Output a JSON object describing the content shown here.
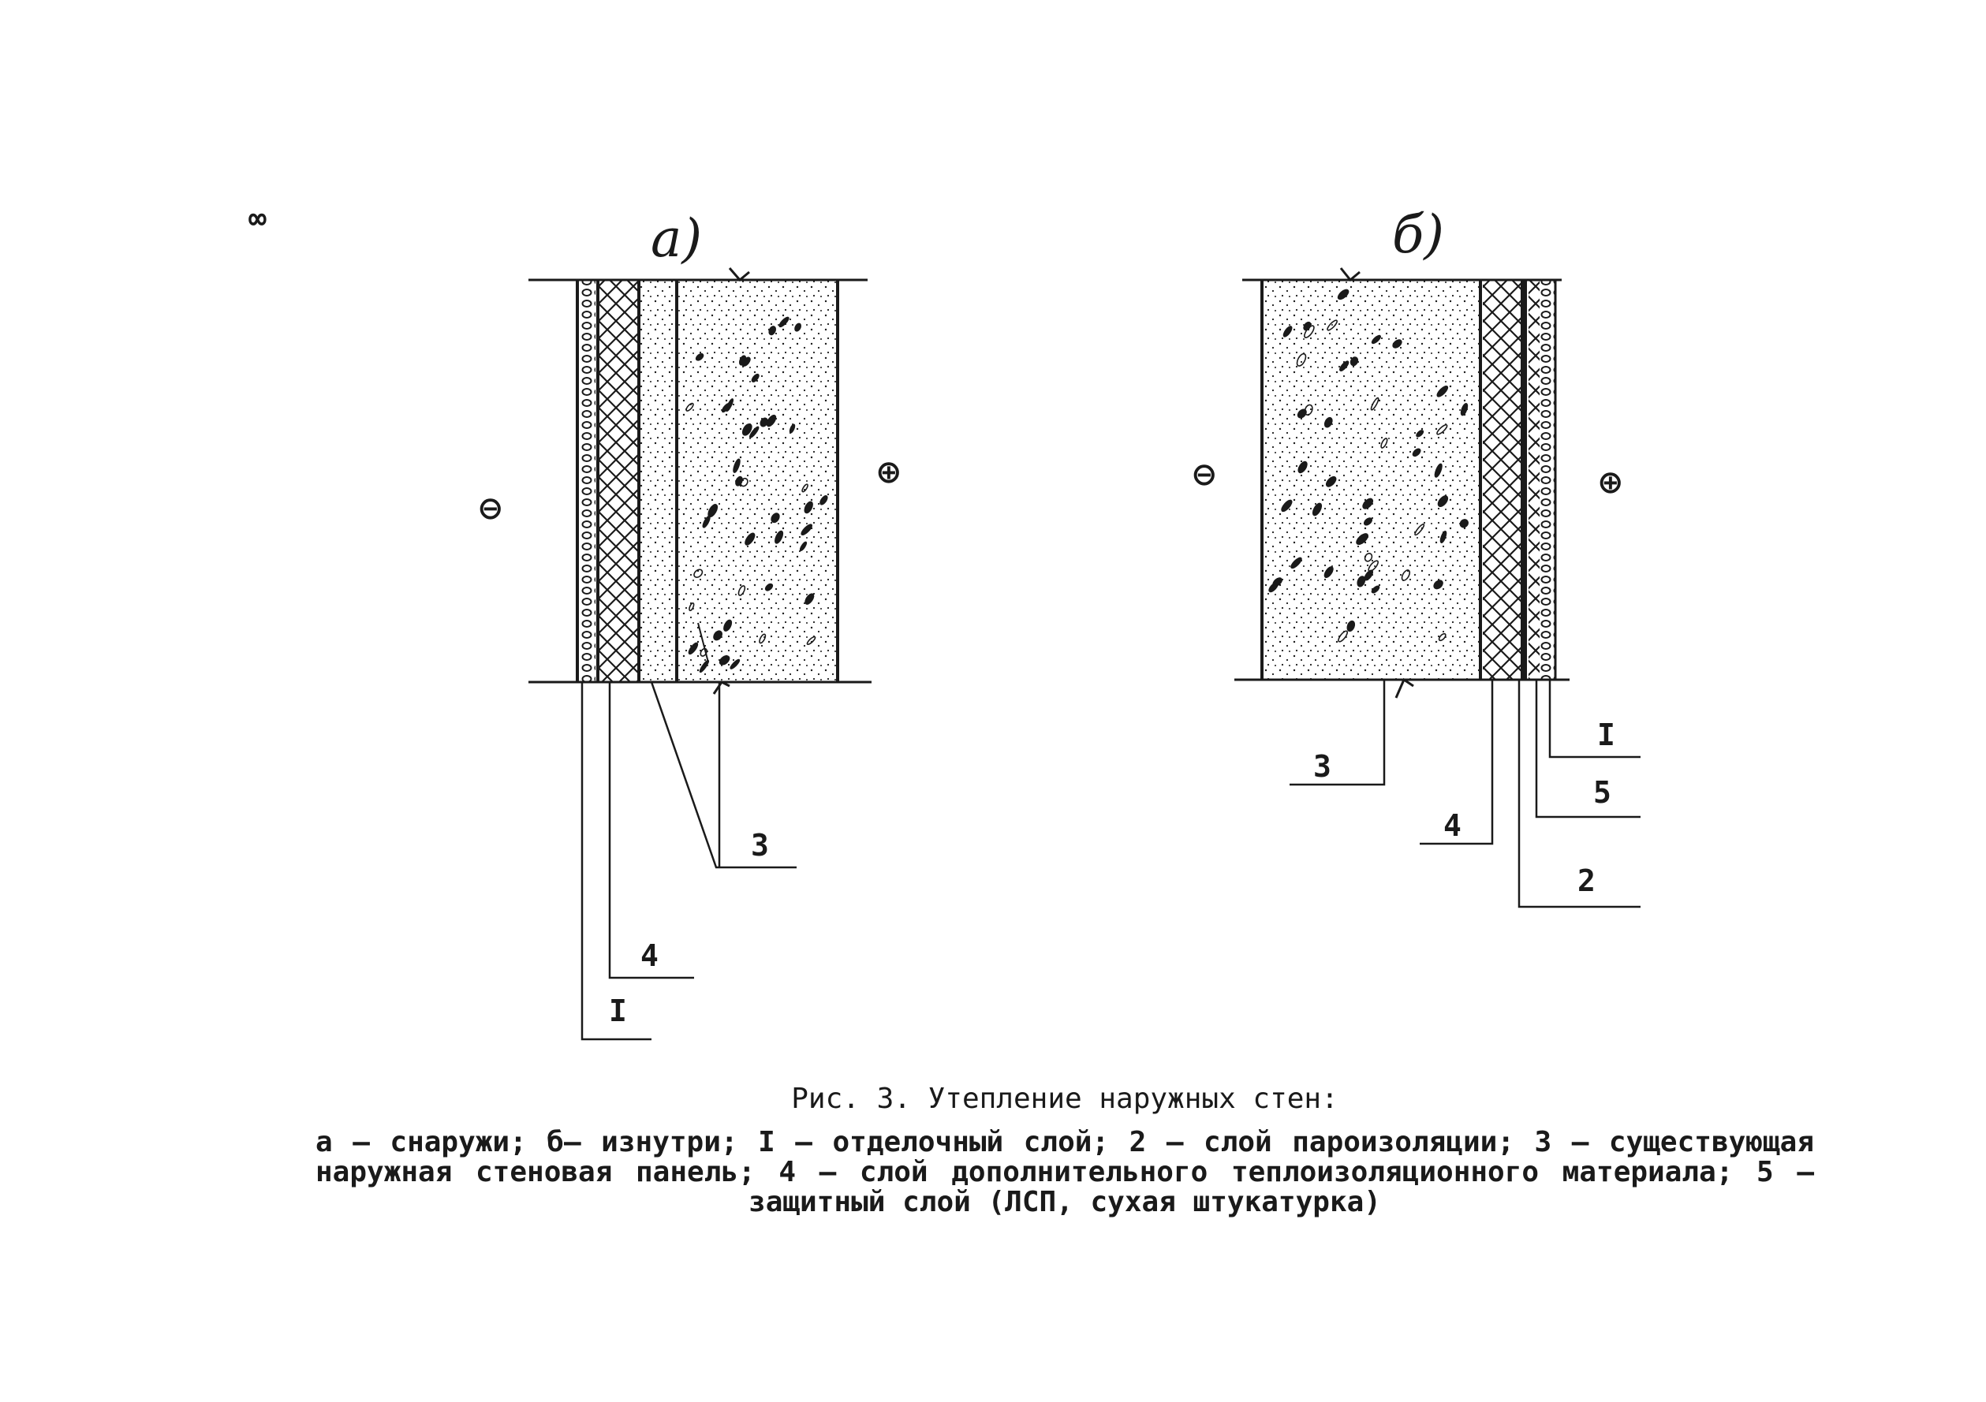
{
  "page_mark": "∞",
  "panel_a": {
    "title": "а)",
    "outside_sign": "⊖",
    "inside_sign": "⊕",
    "labels": [
      "I",
      "4",
      "3"
    ]
  },
  "panel_b": {
    "title": "б)",
    "outside_sign": "⊖",
    "inside_sign": "⊕",
    "labels": [
      "3",
      "4",
      "I",
      "5",
      "2"
    ]
  },
  "caption": {
    "title": "Рис. 3. Утепление наружных стен:",
    "text": "а – снаружи; б– изнутри; I – отделочный слой; 2 – слой пароизоляции; 3 – существующая наружная стеновая панель; 4 – слой дополнительного теплоизоляционного материала; 5 – защитный слой (ЛСП, сухая штукатурка)"
  },
  "colors": {
    "ink": "#1a1a1a",
    "paper": "#ffffff"
  }
}
